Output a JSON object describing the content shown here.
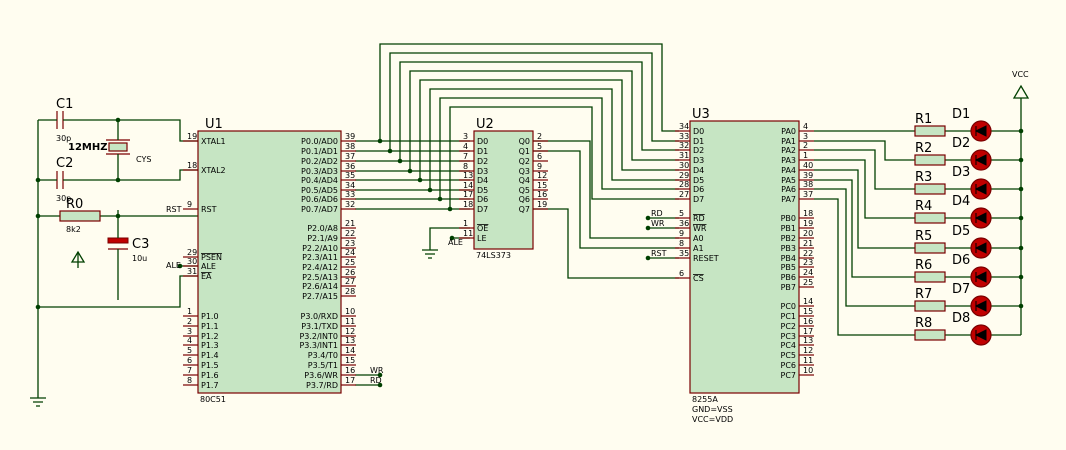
{
  "u1": {
    "ref": "U1",
    "part": "80C51",
    "left": [
      [
        "19",
        "XTAL1"
      ],
      [
        "18",
        "XTAL2"
      ],
      [
        "9",
        "RST"
      ],
      [
        "29",
        "PSEN",
        true
      ],
      [
        "30",
        "ALE"
      ],
      [
        "31",
        "EA",
        true
      ],
      [
        "1",
        "P1.0"
      ],
      [
        "2",
        "P1.1"
      ],
      [
        "3",
        "P1.2"
      ],
      [
        "4",
        "P1.3"
      ],
      [
        "5",
        "P1.4"
      ],
      [
        "6",
        "P1.5"
      ],
      [
        "7",
        "P1.6"
      ],
      [
        "8",
        "P1.7"
      ]
    ],
    "right": [
      [
        "39",
        "P0.0/AD0"
      ],
      [
        "38",
        "P0.1/AD1"
      ],
      [
        "37",
        "P0.2/AD2"
      ],
      [
        "36",
        "P0.3/AD3"
      ],
      [
        "35",
        "P0.4/AD4"
      ],
      [
        "34",
        "P0.5/AD5"
      ],
      [
        "33",
        "P0.6/AD6"
      ],
      [
        "32",
        "P0.7/AD7"
      ],
      [
        "21",
        "P2.0/A8"
      ],
      [
        "22",
        "P2.1/A9"
      ],
      [
        "23",
        "P2.2/A10"
      ],
      [
        "24",
        "P2.3/A11"
      ],
      [
        "25",
        "P2.4/A12"
      ],
      [
        "26",
        "P2.5/A13"
      ],
      [
        "27",
        "P2.6/A14"
      ],
      [
        "28",
        "P2.7/A15"
      ],
      [
        "10",
        "P3.0/RXD"
      ],
      [
        "11",
        "P3.1/TXD"
      ],
      [
        "12",
        "P3.2/INT0"
      ],
      [
        "13",
        "P3.3/INT1"
      ],
      [
        "14",
        "P3.4/T0"
      ],
      [
        "15",
        "P3.5/T1"
      ],
      [
        "16",
        "P3.6/WR"
      ],
      [
        "17",
        "P3.7/RD"
      ]
    ]
  },
  "u2": {
    "ref": "U2",
    "part": "74LS373",
    "left": [
      [
        "3",
        "D0"
      ],
      [
        "4",
        "D1"
      ],
      [
        "7",
        "D2"
      ],
      [
        "8",
        "D3"
      ],
      [
        "13",
        "D4"
      ],
      [
        "14",
        "D5"
      ],
      [
        "17",
        "D6"
      ],
      [
        "18",
        "D7"
      ],
      [
        "1",
        "OE",
        true
      ],
      [
        "11",
        "LE"
      ]
    ],
    "right": [
      [
        "2",
        "Q0"
      ],
      [
        "5",
        "Q1"
      ],
      [
        "6",
        "Q2"
      ],
      [
        "9",
        "Q3"
      ],
      [
        "12",
        "Q4"
      ],
      [
        "15",
        "Q5"
      ],
      [
        "16",
        "Q6"
      ],
      [
        "19",
        "Q7"
      ]
    ]
  },
  "u3": {
    "ref": "U3",
    "part": "8255A",
    "notes": [
      "GND=VSS",
      "VCC=VDD"
    ],
    "left": [
      [
        "34",
        "D0"
      ],
      [
        "33",
        "D1"
      ],
      [
        "32",
        "D2"
      ],
      [
        "31",
        "D3"
      ],
      [
        "30",
        "D4"
      ],
      [
        "29",
        "D5"
      ],
      [
        "28",
        "D6"
      ],
      [
        "27",
        "D7"
      ],
      [
        "5",
        "RD",
        true
      ],
      [
        "36",
        "WR",
        true
      ],
      [
        "9",
        "A0"
      ],
      [
        "8",
        "A1"
      ],
      [
        "35",
        "RESET"
      ],
      [
        "6",
        "CS",
        true
      ]
    ],
    "right": [
      [
        "4",
        "PA0"
      ],
      [
        "3",
        "PA1"
      ],
      [
        "2",
        "PA2"
      ],
      [
        "1",
        "PA3"
      ],
      [
        "40",
        "PA4"
      ],
      [
        "39",
        "PA5"
      ],
      [
        "38",
        "PA6"
      ],
      [
        "37",
        "PA7"
      ],
      [
        "18",
        "PB0"
      ],
      [
        "19",
        "PB1"
      ],
      [
        "20",
        "PB2"
      ],
      [
        "21",
        "PB3"
      ],
      [
        "22",
        "PB4"
      ],
      [
        "23",
        "PB5"
      ],
      [
        "24",
        "PB6"
      ],
      [
        "25",
        "PB7"
      ],
      [
        "14",
        "PC0"
      ],
      [
        "15",
        "PC1"
      ],
      [
        "16",
        "PC2"
      ],
      [
        "17",
        "PC3"
      ],
      [
        "13",
        "PC4"
      ],
      [
        "12",
        "PC5"
      ],
      [
        "11",
        "PC6"
      ],
      [
        "10",
        "PC7"
      ]
    ]
  },
  "parts": {
    "c1": {
      "ref": "C1",
      "value": "30p"
    },
    "c2": {
      "ref": "C2",
      "value": "30p"
    },
    "c3": {
      "ref": "C3",
      "value": "10u"
    },
    "r0": {
      "ref": "R0",
      "value": "8k2"
    },
    "xtal": {
      "ref": "12MHZ",
      "value": "CYS"
    }
  },
  "resistors": [
    "R1",
    "R2",
    "R3",
    "R4",
    "R5",
    "R6",
    "R7",
    "R8"
  ],
  "leds": [
    "D1",
    "D2",
    "D3",
    "D4",
    "D5",
    "D6",
    "D7",
    "D8"
  ],
  "nets": {
    "rst": "RST",
    "ale": "ALE",
    "wr": "WR",
    "rd": "RD",
    "vcc": "VCC"
  }
}
